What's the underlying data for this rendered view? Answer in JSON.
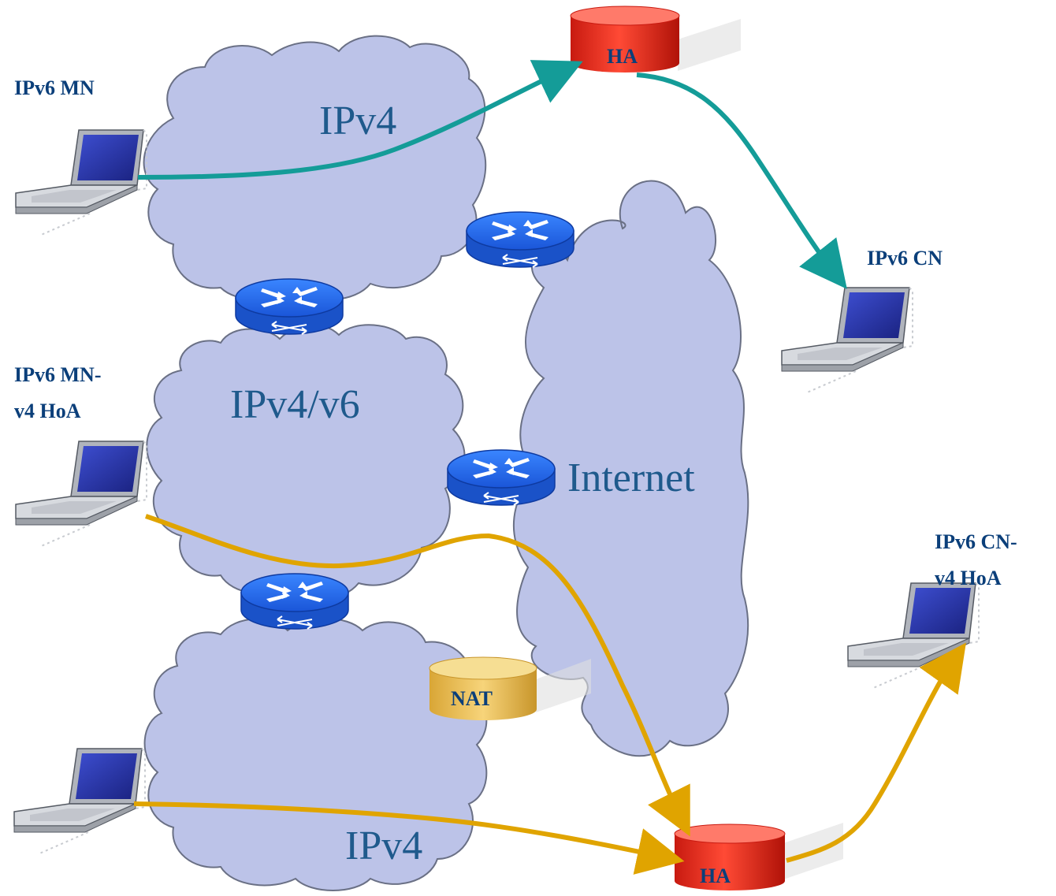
{
  "clouds": {
    "top_ipv4": "IPv4",
    "middle_dual": "IPv4/v6",
    "internet": "Internet",
    "bottom_ipv4": "IPv4"
  },
  "nodes": {
    "mn": "IPv6 MN",
    "mn_v4_line1": "IPv6 MN-",
    "mn_v4_line2": "v4 HoA",
    "cn": "IPv6 CN",
    "cn_v4_line1": "IPv6 CN-",
    "cn_v4_line2": "v4 HoA"
  },
  "agents": {
    "top_ha": "HA",
    "bottom_ha": "HA",
    "nat": "NAT"
  },
  "colors": {
    "cloud_fill": "#bcc3e8",
    "cloud_stroke": "#6a7085",
    "teal_path": "#149c98",
    "gold_path": "#e0a400",
    "ha_red": "#f0301e",
    "nat_gold": "#efc65a",
    "router_blue": "#2f72ff",
    "label_blue": "#0b3f7a"
  },
  "icons": [
    "laptop-icon",
    "router-icon",
    "database-icon",
    "cloud-icon"
  ]
}
